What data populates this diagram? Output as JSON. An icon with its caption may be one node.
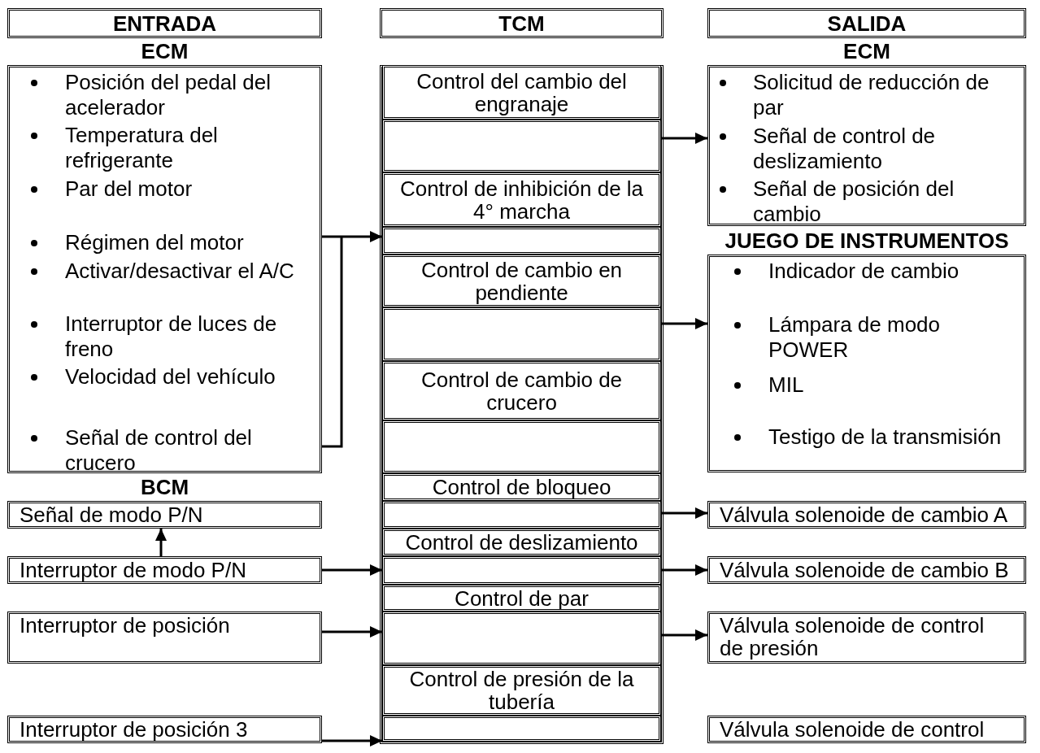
{
  "diagram": {
    "nodes": [
      {
        "text": [
          "ENTRADA"
        ]
      },
      {
        "text": [
          "TCM"
        ]
      },
      {
        "text": [
          "SALIDA"
        ]
      },
      {
        "text": [
          "ECM",
          "Posición del pedal del acelerador",
          "Temperatura del refrigerante",
          "Par del motor",
          "Régimen del motor",
          "Activar/desactivar el A/C",
          "Interruptor de luces de freno",
          "Velocidad del vehículo",
          "Señal de control del crucero"
        ]
      },
      {
        "text": [],
        "shape": "box"
      },
      {
        "text": [
          "Control del cambio del engranaje"
        ],
        "in": 4
      },
      {
        "text": [],
        "shape": "box",
        "in": 4
      },
      {
        "text": [
          "Control de inhibición de la 4° marcha"
        ],
        "in": 4
      },
      {
        "text": [],
        "shape": "box",
        "in": 4
      },
      {
        "text": [
          "Control de cambio en pendiente"
        ],
        "in": 4
      },
      {
        "text": [],
        "shape": "box",
        "in": 4
      },
      {
        "text": [
          "Control de cambio de crucero"
        ],
        "in": 4
      },
      {
        "text": [],
        "shape": "box",
        "in": 4
      },
      {
        "text": [
          "Control de bloqueo"
        ],
        "in": 4
      },
      {
        "text": [],
        "shape": "box",
        "in": 4
      },
      {
        "text": [
          "Control de deslizamiento"
        ],
        "in": 4
      },
      {
        "text": [],
        "shape": "box",
        "in": 4
      },
      {
        "text": [
          "Control de par"
        ],
        "in": 4
      },
      {
        "text": [],
        "shape": "box",
        "in": 4
      },
      {
        "text": [
          "Control de presión de la tubería"
        ],
        "in": 4
      },
      {
        "text": [],
        "shape": "box",
        "in": 4
      },
      {
        "text": [
          "ECM",
          "Solicitud de reducción de par",
          "Señal de control de deslizamiento",
          "Señal de posición del cambio"
        ]
      },
      {
        "text": [
          "JUEGO DE INSTRUMENTOS",
          "Indicador de cambio",
          "Lámpara de modo POWER",
          "MIL",
          "Testigo de la transmisión"
        ]
      },
      {
        "text": [
          "BCM",
          "Señal de modo P/N"
        ]
      },
      {
        "text": [
          "Interruptor de modo P/N"
        ]
      },
      {
        "text": [
          "Interruptor de posición"
        ]
      },
      {
        "text": [
          "Interruptor de posición 3"
        ]
      },
      {
        "text": [
          "Válvula solenoide de cambio A"
        ]
      },
      {
        "text": [
          "Válvula solenoide de cambio B"
        ]
      },
      {
        "text": [
          "Válvula solenoide de control de presión"
        ]
      },
      {
        "text": [
          "Válvula solenoide de control"
        ]
      }
    ],
    "edges": [
      {
        "from": 3,
        "to": 8,
        "arrow": "to"
      },
      {
        "from": 6,
        "to": 21,
        "arrow": "to"
      },
      {
        "from": 10,
        "to": 22,
        "arrow": "to"
      },
      {
        "from": 14,
        "to": 27,
        "arrow": "to"
      },
      {
        "from": 24,
        "to": 23,
        "arrow": "to"
      },
      {
        "from": 24,
        "to": 16,
        "arrow": "to"
      },
      {
        "from": 16,
        "to": 28,
        "arrow": "to"
      },
      {
        "from": 25,
        "to": 18,
        "arrow": "to"
      },
      {
        "from": 18,
        "to": 29,
        "arrow": "to"
      },
      {
        "from": 26,
        "to": 20,
        "arrow": "to"
      }
    ]
  }
}
